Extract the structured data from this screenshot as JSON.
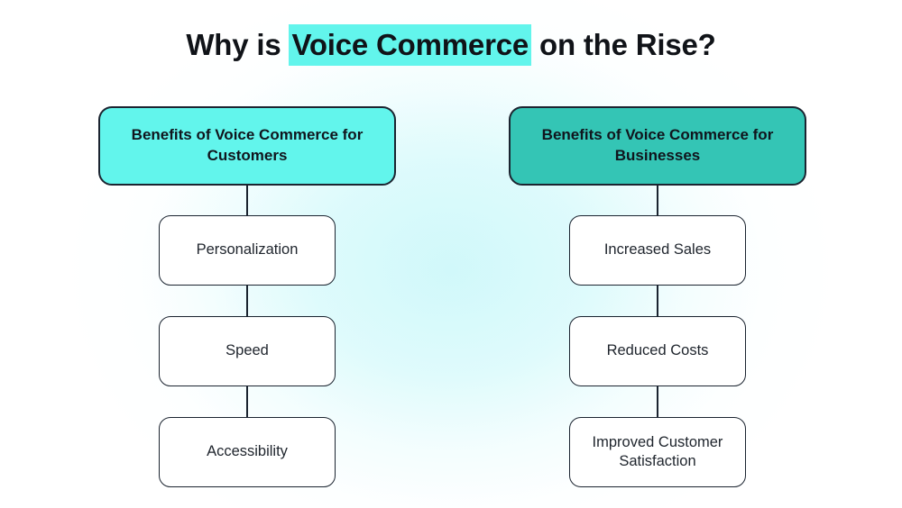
{
  "title": {
    "before": "Why is ",
    "highlight": "Voice Commerce",
    "after": " on the Rise?",
    "highlight_color": "#62f5ec",
    "text_color": "#101318"
  },
  "background": {
    "base_color": "#ffffff",
    "glow_color": "#d8fafb"
  },
  "columns": [
    {
      "id": "customers",
      "header": "Benefits of Voice Commerce for Customers",
      "header_fill": "#62f5ec",
      "header_border": "#1b2430",
      "nodes": [
        {
          "label": "Personalization"
        },
        {
          "label": "Speed"
        },
        {
          "label": "Accessibility"
        }
      ]
    },
    {
      "id": "businesses",
      "header": "Benefits of Voice Commerce for Businesses",
      "header_fill": "#34c5b5",
      "header_border": "#1b2430",
      "nodes": [
        {
          "label": "Increased Sales"
        },
        {
          "label": "Reduced Costs"
        },
        {
          "label": "Improved Customer Satisfaction"
        }
      ]
    }
  ]
}
